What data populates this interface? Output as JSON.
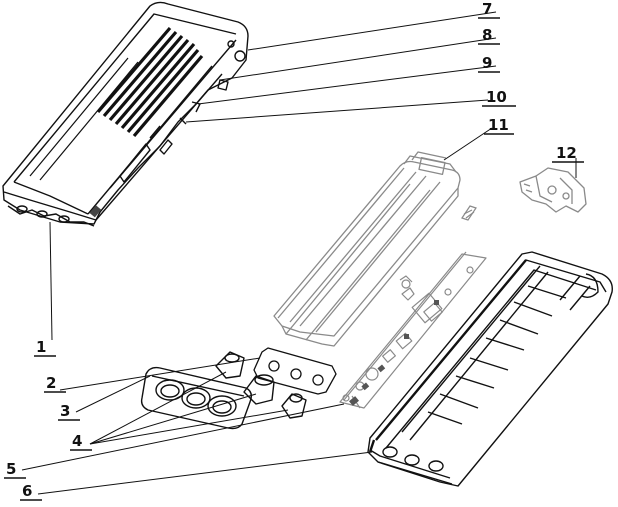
{
  "diagram": {
    "callouts": [
      {
        "id": "1",
        "label": "1"
      },
      {
        "id": "2",
        "label": "2"
      },
      {
        "id": "3",
        "label": "3"
      },
      {
        "id": "4",
        "label": "4"
      },
      {
        "id": "5",
        "label": "5"
      },
      {
        "id": "6",
        "label": "6"
      },
      {
        "id": "7",
        "label": "7"
      },
      {
        "id": "8",
        "label": "8"
      },
      {
        "id": "9",
        "label": "9"
      },
      {
        "id": "10",
        "label": "10"
      },
      {
        "id": "11",
        "label": "11"
      },
      {
        "id": "12",
        "label": "12"
      }
    ],
    "colors": {
      "ink": "#111111",
      "light_line": "#8a8a8a",
      "shade": "#6e6e6e"
    }
  }
}
